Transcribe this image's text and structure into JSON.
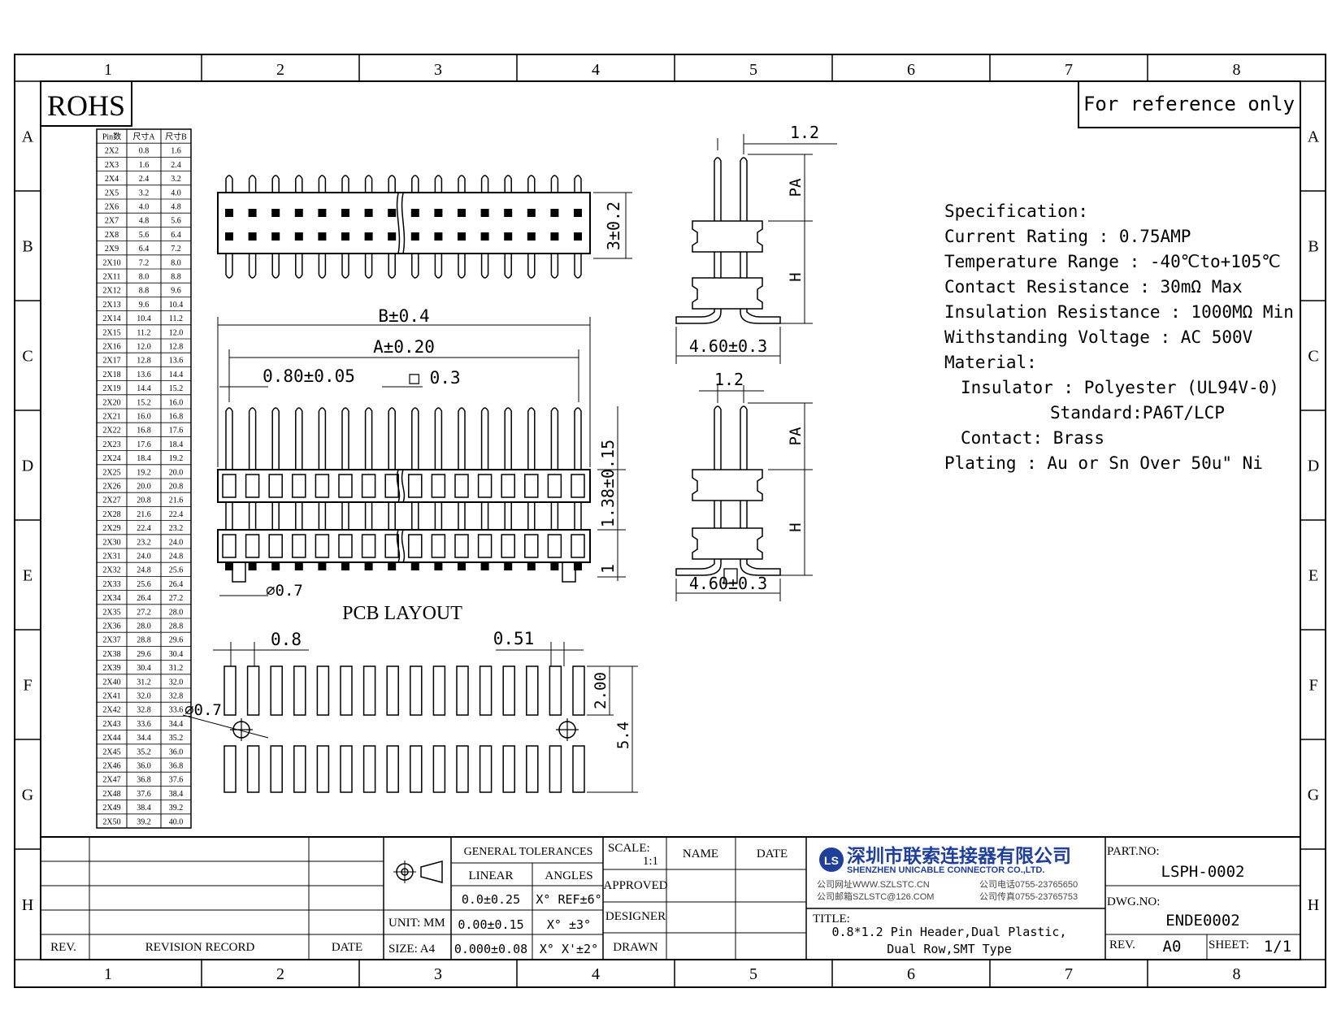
{
  "frame": {
    "columns": [
      "1",
      "2",
      "3",
      "4",
      "5",
      "6",
      "7",
      "8"
    ],
    "rows": [
      "A",
      "B",
      "C",
      "D",
      "E",
      "F",
      "G",
      "H"
    ]
  },
  "rohs": "ROHS",
  "reference_note": "For reference only",
  "pin_table": {
    "headers": [
      "Pin数",
      "尺寸A",
      "尺寸B"
    ],
    "rows": [
      [
        "2X2",
        "0.8",
        "1.6"
      ],
      [
        "2X3",
        "1.6",
        "2.4"
      ],
      [
        "2X4",
        "2.4",
        "3.2"
      ],
      [
        "2X5",
        "3.2",
        "4.0"
      ],
      [
        "2X6",
        "4.0",
        "4.8"
      ],
      [
        "2X7",
        "4.8",
        "5.6"
      ],
      [
        "2X8",
        "5.6",
        "6.4"
      ],
      [
        "2X9",
        "6.4",
        "7.2"
      ],
      [
        "2X10",
        "7.2",
        "8.0"
      ],
      [
        "2X11",
        "8.0",
        "8.8"
      ],
      [
        "2X12",
        "8.8",
        "9.6"
      ],
      [
        "2X13",
        "9.6",
        "10.4"
      ],
      [
        "2X14",
        "10.4",
        "11.2"
      ],
      [
        "2X15",
        "11.2",
        "12.0"
      ],
      [
        "2X16",
        "12.0",
        "12.8"
      ],
      [
        "2X17",
        "12.8",
        "13.6"
      ],
      [
        "2X18",
        "13.6",
        "14.4"
      ],
      [
        "2X19",
        "14.4",
        "15.2"
      ],
      [
        "2X20",
        "15.2",
        "16.0"
      ],
      [
        "2X21",
        "16.0",
        "16.8"
      ],
      [
        "2X22",
        "16.8",
        "17.6"
      ],
      [
        "2X23",
        "17.6",
        "18.4"
      ],
      [
        "2X24",
        "18.4",
        "19.2"
      ],
      [
        "2X25",
        "19.2",
        "20.0"
      ],
      [
        "2X26",
        "20.0",
        "20.8"
      ],
      [
        "2X27",
        "20.8",
        "21.6"
      ],
      [
        "2X28",
        "21.6",
        "22.4"
      ],
      [
        "2X29",
        "22.4",
        "23.2"
      ],
      [
        "2X30",
        "23.2",
        "24.0"
      ],
      [
        "2X31",
        "24.0",
        "24.8"
      ],
      [
        "2X32",
        "24.8",
        "25.6"
      ],
      [
        "2X33",
        "25.6",
        "26.4"
      ],
      [
        "2X34",
        "26.4",
        "27.2"
      ],
      [
        "2X35",
        "27.2",
        "28.0"
      ],
      [
        "2X36",
        "28.0",
        "28.8"
      ],
      [
        "2X37",
        "28.8",
        "29.6"
      ],
      [
        "2X38",
        "29.6",
        "30.4"
      ],
      [
        "2X39",
        "30.4",
        "31.2"
      ],
      [
        "2X40",
        "31.2",
        "32.0"
      ],
      [
        "2X41",
        "32.0",
        "32.8"
      ],
      [
        "2X42",
        "32.8",
        "33.6"
      ],
      [
        "2X43",
        "33.6",
        "34.4"
      ],
      [
        "2X44",
        "34.4",
        "35.2"
      ],
      [
        "2X45",
        "35.2",
        "36.0"
      ],
      [
        "2X46",
        "36.0",
        "36.8"
      ],
      [
        "2X47",
        "36.8",
        "37.6"
      ],
      [
        "2X48",
        "37.6",
        "38.4"
      ],
      [
        "2X49",
        "38.4",
        "39.2"
      ],
      [
        "2X50",
        "39.2",
        "40.0"
      ]
    ]
  },
  "dims": {
    "top_height": "3±0.2",
    "b_width": "B±0.4",
    "a_width": "A±0.20",
    "pitch": "0.80±0.05",
    "pin_square": "□ 0.3",
    "height_138": "1.38±0.15",
    "dim_1": "1",
    "post_dia": "⌀0.7",
    "side_pitch": "1.2",
    "side_pa": "PA",
    "side_h": "H",
    "side_width": "4.60±0.3",
    "pcb_title": "PCB  LAYOUT",
    "pcb_pitch": "0.8",
    "pcb_pad": "0.51",
    "pcb_pad_len": "2.00",
    "pcb_total": "5.4",
    "pcb_hole": "⌀0.7"
  },
  "spec": {
    "lines": [
      "Specification:",
      "Current Rating : 0.75AMP",
      "Temperature Range : -40℃to+105℃",
      "Contact Resistance : 30mΩ Max",
      "Insulation Resistance : 1000MΩ Min",
      "Withstanding Voltage : AC 500V",
      "Material:",
      "  Insulator : Polyester (UL94V-0)",
      "             Standard:PA6T/LCP",
      "  Contact: Brass",
      "Plating : Au or Sn Over 50u\" Ni"
    ]
  },
  "title_block": {
    "rev_label": "REV.",
    "revision_record": "REVISION RECORD",
    "date_label": "DATE",
    "unit": "UNIT: MM",
    "size": "SIZE: A4",
    "general_tolerances": "GENERAL TOLERANCES",
    "linear": "LINEAR",
    "angles": "ANGLES",
    "tol_linear": [
      "0.0±0.25",
      "0.00±0.15",
      "0.000±0.08"
    ],
    "tol_angles": [
      "X° REF±6°",
      "X° ±3°",
      "X° X'±2°"
    ],
    "scale_label": "SCALE:",
    "scale_value": "1:1",
    "approved": "APPROVED",
    "designer": "DESIGNER",
    "drawn": "DRAWN",
    "name": "NAME",
    "date": "DATE",
    "company_cn": "深圳市联索连接器有限公司",
    "company_en": "SHENZHEN UNICABLE CONNECTOR CO.,LTD.",
    "website": "公司网址WWW.SZLSTC.CN",
    "email": "公司邮箱SZLSTC@126.COM",
    "phone": "公司电话0755-23765650",
    "fax": "公司传真0755-23765753",
    "title_label": "TITLE:",
    "title_line1": "0.8*1.2 Pin Header,Dual Plastic,",
    "title_line2": "Dual Row,SMT Type",
    "part_no_label": "PART.NO:",
    "part_no": "LSPH-0002",
    "dwg_no_label": "DWG.NO:",
    "dwg_no": "ENDE0002",
    "rev_value": "A0",
    "sheet_label": "SHEET:",
    "sheet_value": "1/1",
    "logo_text": "LS"
  },
  "colors": {
    "logo": "#1f3f9a"
  }
}
